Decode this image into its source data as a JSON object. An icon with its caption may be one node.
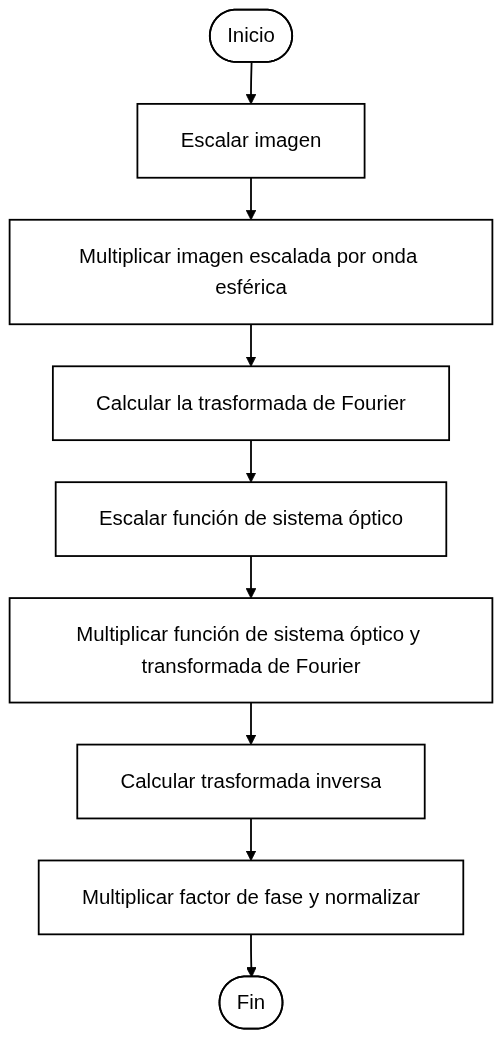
{
  "diagram": {
    "nodes": [
      {
        "text": [
          "Inicio"
        ]
      },
      {
        "text": [
          "Escalar imagen"
        ]
      },
      {
        "text": [
          "Multiplicar imagen escalada por onda esférica"
        ]
      },
      {
        "text": [
          "Calcular la trasformada de Fourier"
        ]
      },
      {
        "text": [
          "Escalar función de sistema óptico"
        ]
      },
      {
        "text": [
          "Multiplicar función de sistema óptico y transformada de Fourier"
        ]
      },
      {
        "text": [
          "Calcular trasformada inversa"
        ]
      },
      {
        "text": [
          "Multiplicar factor de fase y normalizar"
        ]
      },
      {
        "text": [
          "Fin"
        ]
      }
    ],
    "edges": [
      {
        "from": 0,
        "to": 1,
        "arrow": "to"
      },
      {
        "from": 1,
        "to": 2,
        "arrow": "to"
      },
      {
        "from": 2,
        "to": 3,
        "arrow": "to"
      },
      {
        "from": 3,
        "to": 4,
        "arrow": "to"
      },
      {
        "from": 4,
        "to": 5,
        "arrow": "to"
      },
      {
        "from": 5,
        "to": 6,
        "arrow": "to"
      },
      {
        "from": 6,
        "to": 7,
        "arrow": "to"
      },
      {
        "from": 7,
        "to": 8,
        "arrow": "to"
      }
    ]
  }
}
